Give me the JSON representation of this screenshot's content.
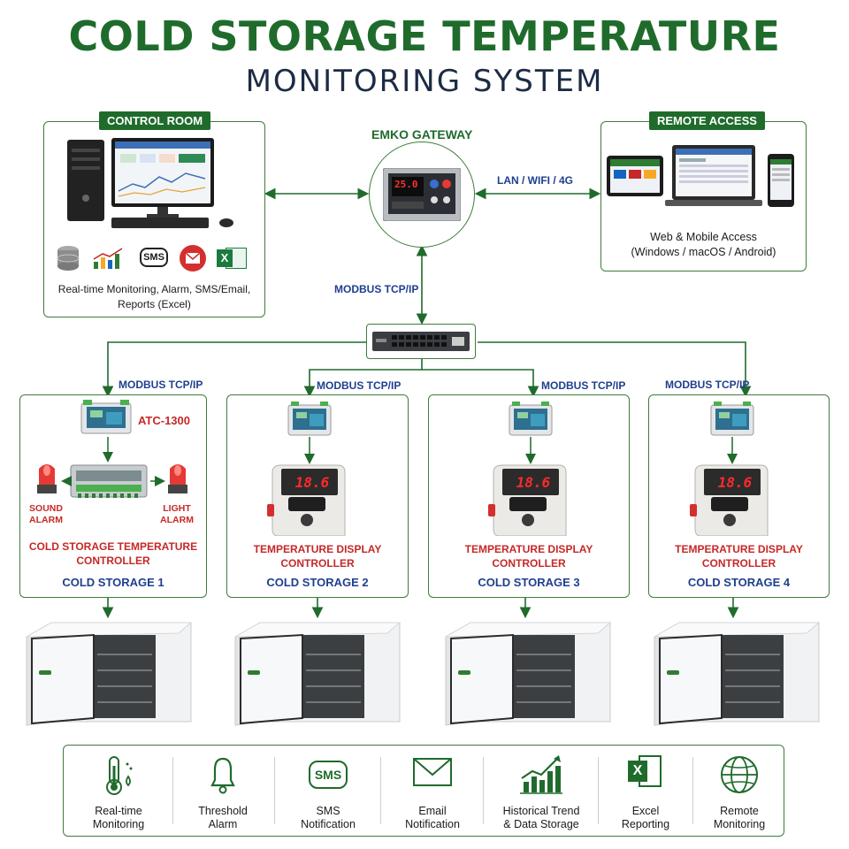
{
  "title": {
    "line1": "COLD STORAGE TEMPERATURE",
    "line2": "MONITORING SYSTEM"
  },
  "control_room": {
    "tag": "CONTROL ROOM",
    "icons": [
      "database-icon",
      "chart-icon",
      "sms-icon",
      "email-icon",
      "excel-icon"
    ],
    "sms_text": "SMS",
    "excel_text": "X",
    "caption_line1": "Real-time Monitoring, Alarm, SMS/Email,",
    "caption_line2": "Reports (Excel)"
  },
  "gateway": {
    "label": "EMKO GATEWAY",
    "screen_text": "25.0"
  },
  "remote_access": {
    "tag": "REMOTE ACCESS",
    "caption_line1": "Web & Mobile Access",
    "caption_line2": "(Windows / macOS / Android)"
  },
  "links": {
    "lan": "LAN / WIFI / 4G",
    "modbus_main": "MODBUS TCP/IP",
    "modbus_1": "MODBUS TCP/IP",
    "modbus_2": "MODBUS TCP/IP",
    "modbus_3": "MODBUS TCP/IP",
    "modbus_4": "MODBUS TCP/IP"
  },
  "storage_1": {
    "module": "ATC-1300",
    "sound_alarm_l1": "SOUND",
    "sound_alarm_l2": "ALARM",
    "light_alarm_l1": "LIGHT",
    "light_alarm_l2": "ALARM",
    "controller_l1": "COLD STORAGE TEMPERATURE",
    "controller_l2": "CONTROLLER",
    "name": "COLD STORAGE 1"
  },
  "storage_2": {
    "display": "18.6",
    "controller_l1": "TEMPERATURE DISPLAY",
    "controller_l2": "CONTROLLER",
    "name": "COLD STORAGE 2"
  },
  "storage_3": {
    "display": "18.6",
    "controller_l1": "TEMPERATURE DISPLAY",
    "controller_l2": "CONTROLLER",
    "name": "COLD STORAGE 3"
  },
  "storage_4": {
    "display": "18.6",
    "controller_l1": "TEMPERATURE DISPLAY",
    "controller_l2": "CONTROLLER",
    "name": "COLD STORAGE 4"
  },
  "features": [
    {
      "icon": "thermometer-icon",
      "line1": "Real-time",
      "line2": "Monitoring"
    },
    {
      "icon": "bell-icon",
      "line1": "Threshold",
      "line2": "Alarm"
    },
    {
      "icon": "sms-icon",
      "line1": "SMS",
      "line2": "Notification",
      "icon_text": "SMS"
    },
    {
      "icon": "email-icon",
      "line1": "Email",
      "line2": "Notification"
    },
    {
      "icon": "trend-chart-icon",
      "line1": "Historical Trend",
      "line2": "& Data Storage"
    },
    {
      "icon": "excel-icon",
      "line1": "Excel",
      "line2": "Reporting",
      "icon_text": "X"
    },
    {
      "icon": "globe-icon",
      "line1": "Remote",
      "line2": "Monitoring"
    }
  ],
  "colors": {
    "green": "#1f6b2c",
    "navy": "#1d2b44",
    "blue": "#1f3f8f",
    "red": "#c62828"
  }
}
